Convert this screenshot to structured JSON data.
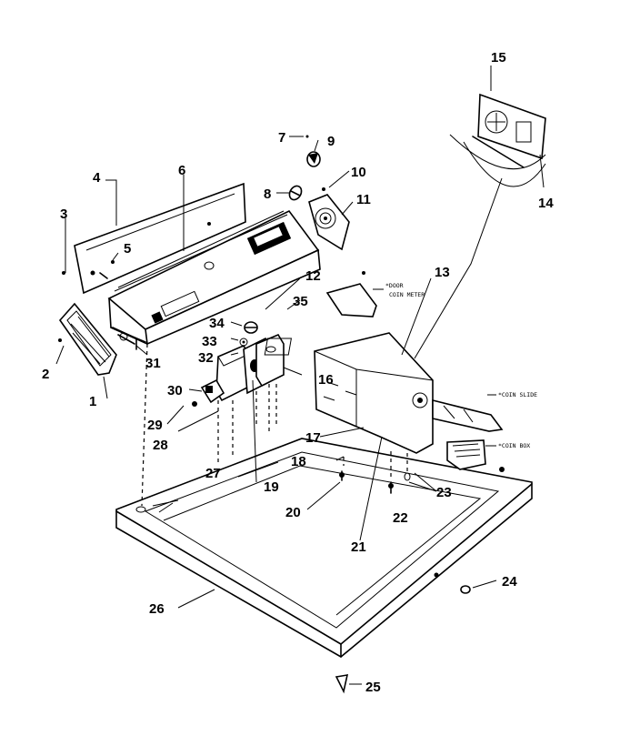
{
  "callouts": {
    "c1": "1",
    "c2": "2",
    "c3": "3",
    "c4": "4",
    "c5": "5",
    "c6": "6",
    "c7": "7",
    "c8": "8",
    "c9": "9",
    "c10": "10",
    "c11": "11",
    "c12": "12",
    "c13": "13",
    "c14": "14",
    "c15": "15",
    "c16": "16",
    "c17": "17",
    "c18": "18",
    "c19": "19",
    "c20": "20",
    "c21": "21",
    "c22": "22",
    "c23": "23",
    "c24": "24",
    "c25": "25",
    "c26": "26",
    "c27": "27",
    "c28": "28",
    "c29": "29",
    "c30": "30",
    "c31": "31",
    "c32": "32",
    "c33": "33",
    "c34": "34",
    "c35": "35"
  },
  "notes": {
    "door_coin_meter_1": "*DOOR",
    "door_coin_meter_2": "COIN METER",
    "coin_slide": "*COIN SLIDE",
    "coin_box": "*COIN BOX"
  }
}
